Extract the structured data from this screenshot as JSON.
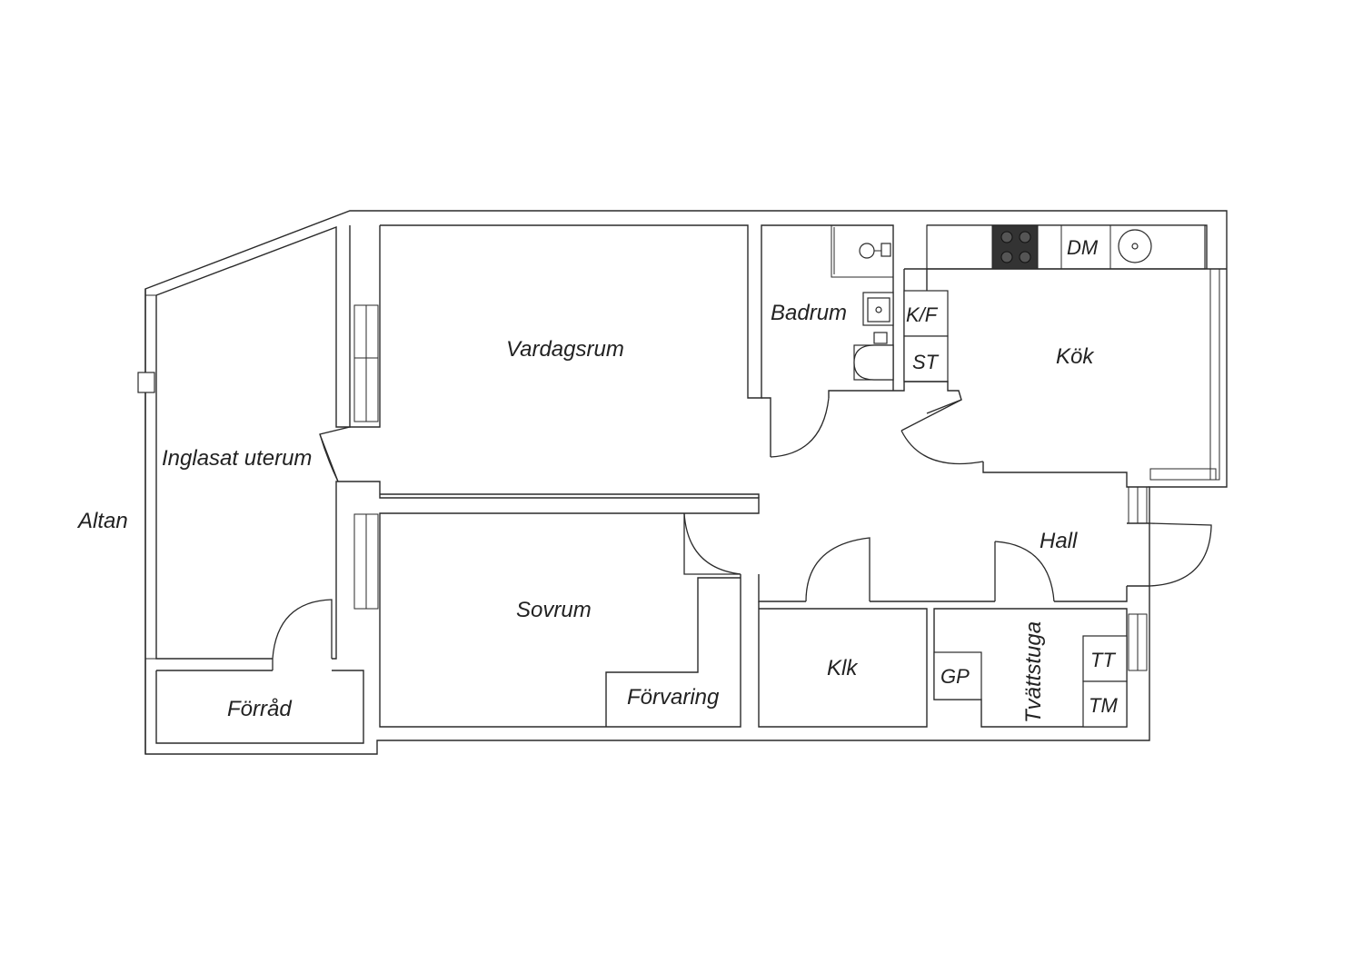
{
  "floorplan": {
    "rooms": {
      "altan": "Altan",
      "inglasat_uterum": "Inglasat uterum",
      "forrad": "Förråd",
      "vardagsrum": "Vardagsrum",
      "sovrum": "Sovrum",
      "forvaring": "Förvaring",
      "badrum": "Badrum",
      "kok": "Kök",
      "hall": "Hall",
      "klk": "Klk",
      "tvattstuga": "Tvättstuga"
    },
    "fixtures": {
      "kf": "K/F",
      "st": "ST",
      "dm": "DM",
      "gp": "GP",
      "tt": "TT",
      "tm": "TM"
    },
    "colors": {
      "line": "#2a2a2a",
      "background": "#ffffff",
      "stove": "#333333"
    }
  }
}
